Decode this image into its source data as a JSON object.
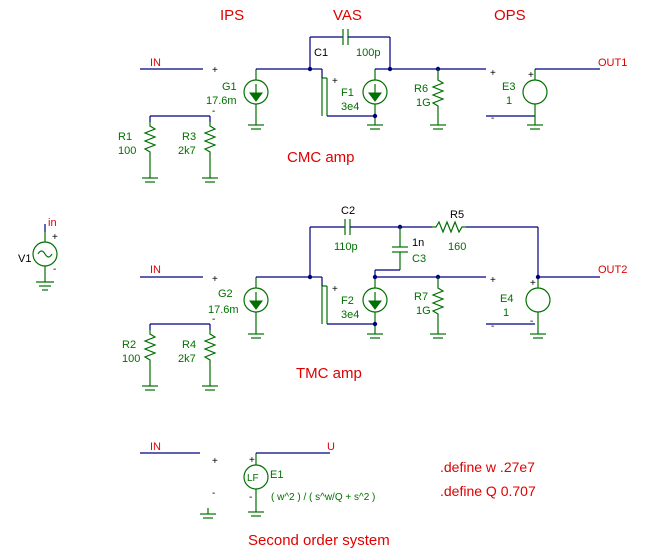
{
  "headers": {
    "ips": "IPS",
    "vas": "VAS",
    "ops": "OPS"
  },
  "captions": {
    "cmc": "CMC amp",
    "tmc": "TMC amp",
    "second": "Second order system"
  },
  "nets": {
    "in1": "IN",
    "in2": "IN",
    "in3": "IN",
    "out1": "OUT1",
    "out2": "OUT2",
    "u": "U",
    "vin": "in"
  },
  "pin": {
    "plus": "+",
    "minus": "-"
  },
  "components": {
    "v1": {
      "ref": "V1"
    },
    "g1": {
      "ref": "G1",
      "value": "17.6m"
    },
    "g2": {
      "ref": "G2",
      "value": "17.6m"
    },
    "f1": {
      "ref": "F1",
      "value": "3e4"
    },
    "f2": {
      "ref": "F2",
      "value": "3e4"
    },
    "c1": {
      "ref": "C1",
      "value": "100p"
    },
    "c2": {
      "ref": "C2",
      "value": "110p"
    },
    "c3": {
      "ref": "C3",
      "value": "1n"
    },
    "r1": {
      "ref": "R1",
      "value": "100"
    },
    "r2": {
      "ref": "R2",
      "value": "100"
    },
    "r3": {
      "ref": "R3",
      "value": "2k7"
    },
    "r4": {
      "ref": "R4",
      "value": "2k7"
    },
    "r5": {
      "ref": "R5",
      "value": "160"
    },
    "r6": {
      "ref": "R6",
      "value": "1G"
    },
    "r7": {
      "ref": "R7",
      "value": "1G"
    },
    "e3": {
      "ref": "E3",
      "value": "1"
    },
    "e4": {
      "ref": "E4",
      "value": "1"
    },
    "e1": {
      "ref": "E1",
      "symbol": "LF",
      "expr": "( w^2 ) / ( s^w/Q + s^2 )"
    }
  },
  "directives": {
    "w": ".define w .27e7",
    "q": ".define Q 0.707"
  },
  "colors": {
    "wire": "#000080",
    "component": "#007000",
    "label": "#e00000",
    "text": "#000000"
  }
}
